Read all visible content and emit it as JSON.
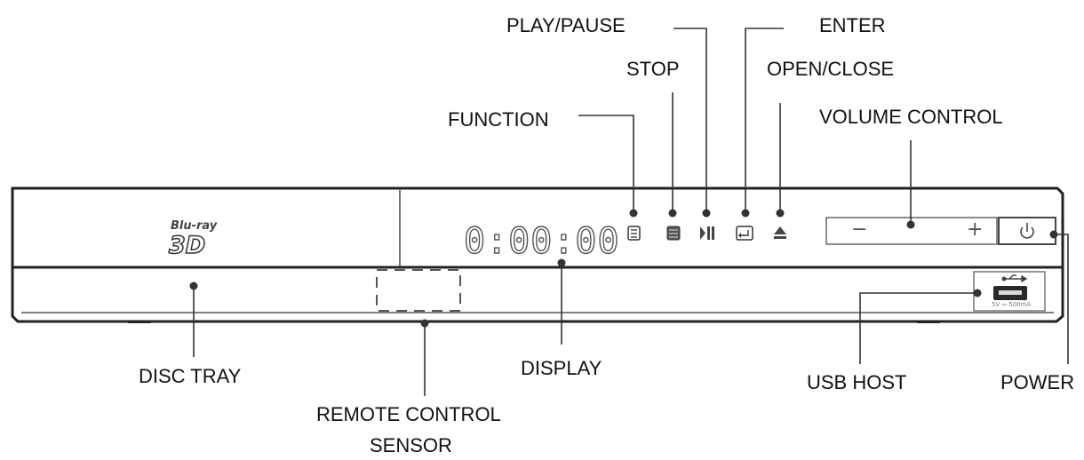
{
  "labels": {
    "play_pause": "PLAY/PAUSE",
    "enter": "ENTER",
    "stop": "STOP",
    "open_close": "OPEN/CLOSE",
    "function": "FUNCTION",
    "volume_control": "VOLUME CONTROL",
    "disc_tray": "DISC TRAY",
    "display": "DISPLAY",
    "usb_host": "USB HOST",
    "power": "POWER",
    "remote_sensor_line1": "REMOTE CONTROL",
    "remote_sensor_line2": "SENSOR"
  },
  "device": {
    "brand_top": "Blu-ray",
    "brand_bottom": "3D",
    "display_readout": "0:00:00",
    "volume_minus": "−",
    "volume_plus": "+",
    "usb_caption": "5V ⎓ 500mA"
  },
  "icons": {
    "function": "function-icon",
    "stop": "stop-icon",
    "play_pause": "play-pause-icon",
    "enter": "enter-icon",
    "open_close": "eject-icon",
    "power": "power-icon",
    "usb": "usb-icon"
  },
  "colors": {
    "outline": "#222222",
    "label_text": "#111111"
  }
}
